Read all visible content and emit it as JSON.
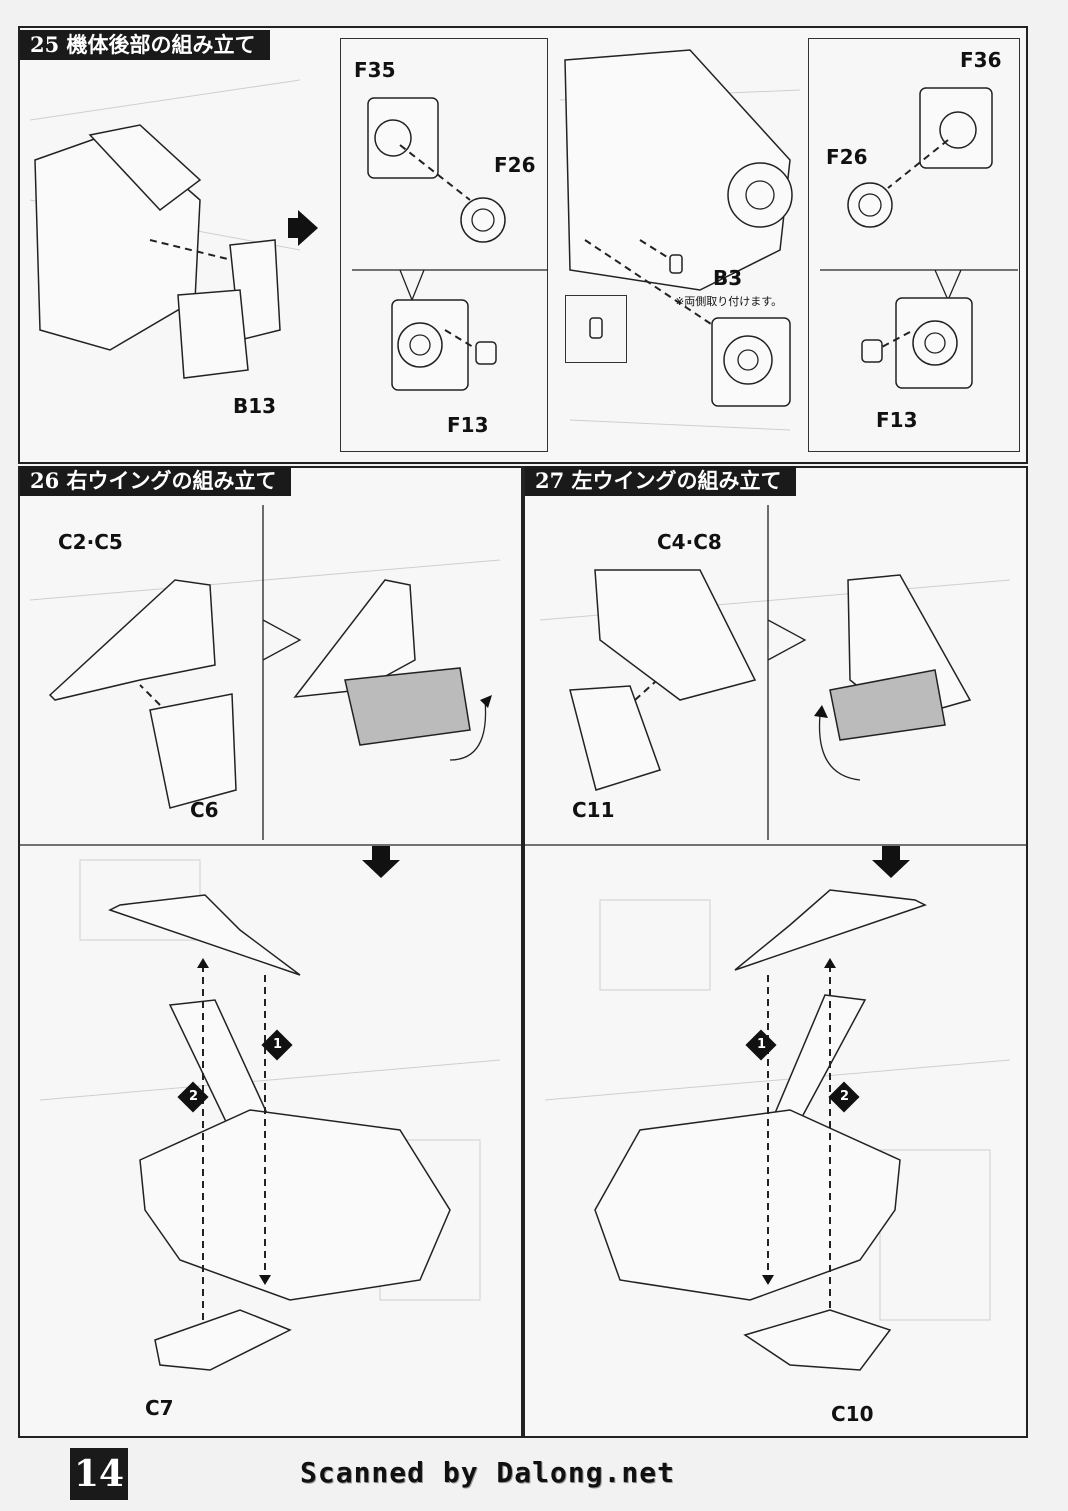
{
  "sections": [
    {
      "title": "25 機体後部の組み立て",
      "labels": [
        "B13",
        "F35",
        "F26",
        "F13",
        "B3",
        "F36",
        "F26",
        "F13"
      ],
      "note": "※両側取り付けます。"
    },
    {
      "title": "26 右ウイングの組み立て",
      "labels": [
        "C2·C5",
        "C6",
        "C7"
      ],
      "steps": [
        "1",
        "2"
      ]
    },
    {
      "title": "27 左ウイングの組み立て",
      "labels": [
        "C4·C8",
        "C11",
        "C10"
      ],
      "steps": [
        "1",
        "2"
      ]
    }
  ],
  "page_number": "14",
  "credit": "Scanned by Dalong.net"
}
